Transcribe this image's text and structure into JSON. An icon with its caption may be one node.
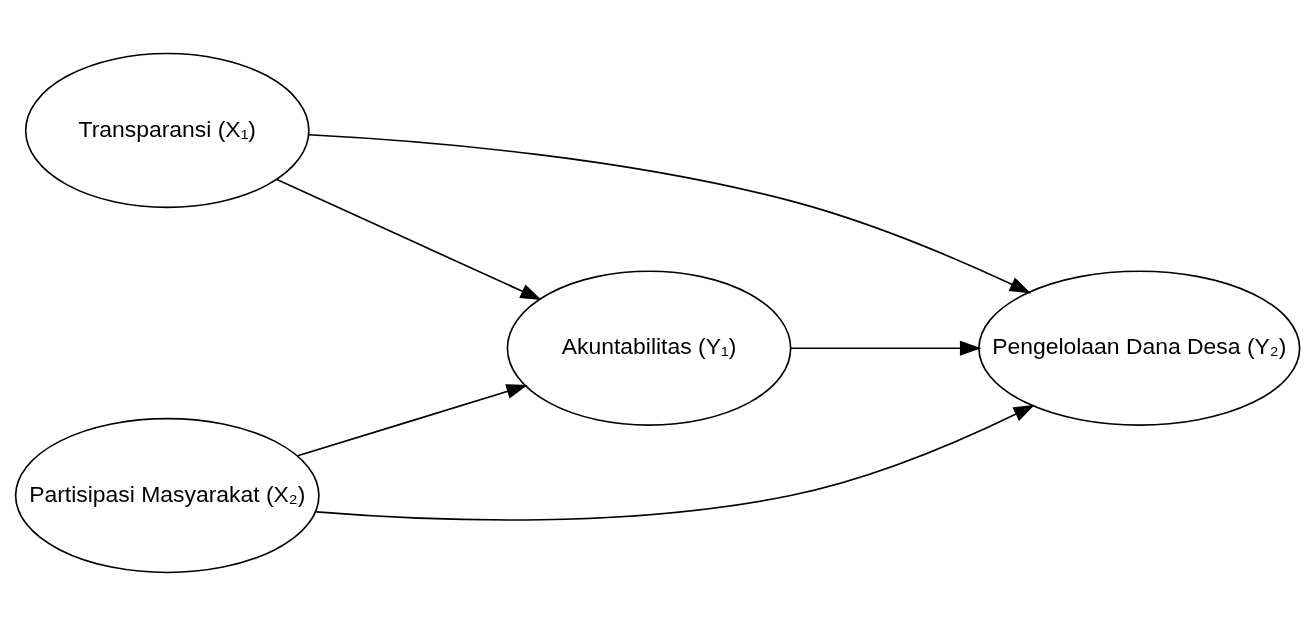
{
  "diagram": {
    "nodes": [
      {
        "text": [
          "Transparansi (X₁)"
        ]
      },
      {
        "text": [
          "Akuntabilitas (Y₁)"
        ]
      },
      {
        "text": [
          "Pengelolaan Dana Desa (Y₂)"
        ]
      },
      {
        "text": [
          "Partisipasi Masyarakat (X₂)"
        ]
      }
    ],
    "edges": [
      {
        "from": 0,
        "to": 1,
        "arrow": "to"
      },
      {
        "from": 0,
        "to": 2,
        "arrow": "to"
      },
      {
        "from": 1,
        "to": 2,
        "arrow": "to"
      },
      {
        "from": 3,
        "to": 1,
        "arrow": "to"
      },
      {
        "from": 3,
        "to": 2,
        "arrow": "to"
      }
    ]
  }
}
